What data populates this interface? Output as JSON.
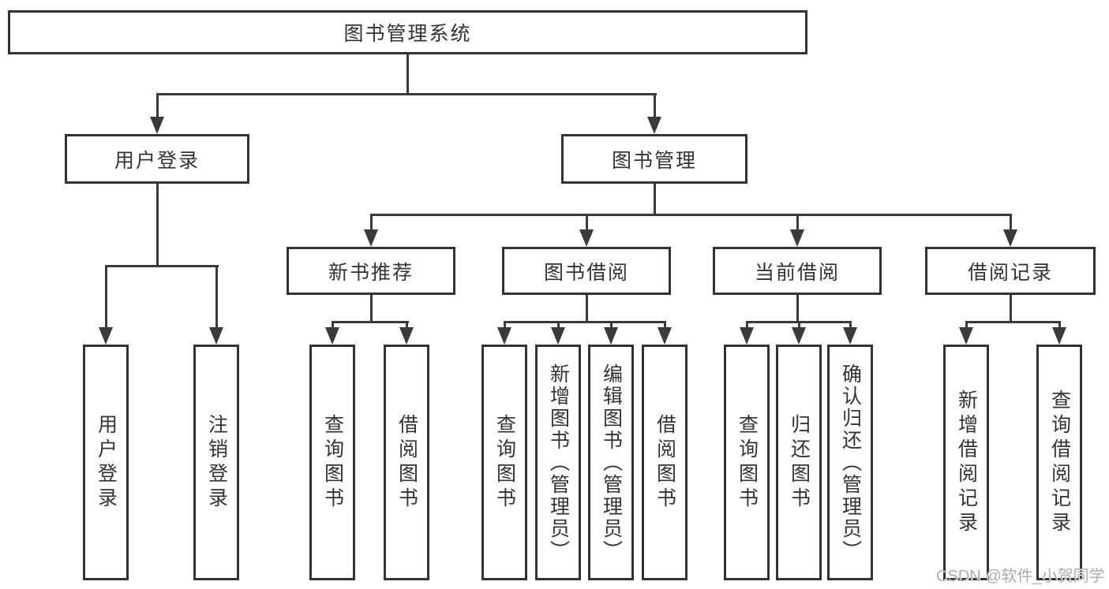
{
  "diagram": {
    "root": {
      "label": "图书管理系统"
    },
    "branches": [
      {
        "label": "用户登录",
        "children": [
          {
            "label": "用户登录"
          },
          {
            "label": "注销登录"
          }
        ]
      },
      {
        "label": "图书管理",
        "children": [
          {
            "label": "新书推荐",
            "children": [
              {
                "label": "查询图书"
              },
              {
                "label": "借阅图书"
              }
            ]
          },
          {
            "label": "图书借阅",
            "children": [
              {
                "label": "查询图书"
              },
              {
                "label": "新增图书（管理员）"
              },
              {
                "label": "编辑图书（管理员）"
              },
              {
                "label": "借阅图书"
              }
            ]
          },
          {
            "label": "当前借阅",
            "children": [
              {
                "label": "查询图书"
              },
              {
                "label": "归还图书"
              },
              {
                "label": "确认归还（管理员）"
              }
            ]
          },
          {
            "label": "借阅记录",
            "children": [
              {
                "label": "新增借阅记录"
              },
              {
                "label": "查询借阅记录"
              }
            ]
          }
        ]
      }
    ]
  },
  "watermark": {
    "text": "CSDN @软件_小贺同学"
  },
  "colors": {
    "line": "#3a3a3a",
    "border": "#333333",
    "text": "#333333",
    "box_bg": "#ffffff",
    "watermark": "#acacac"
  }
}
